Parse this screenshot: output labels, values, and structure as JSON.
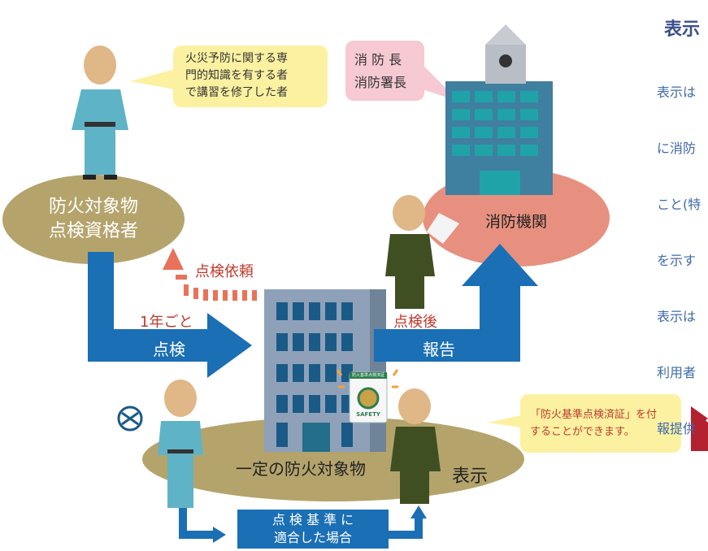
{
  "sidebar": {
    "title": "表示",
    "body_lines": [
      "表示は",
      "に消防",
      "こと(特",
      "を示す",
      "表示は",
      "利用者",
      "報提供"
    ]
  },
  "nodes": {
    "inspector_ellipse": [
      "防火対象物",
      "点検資格者"
    ],
    "fire_agency_ellipse": "消防機関",
    "building_ellipse": "一定の防火対象物"
  },
  "callouts": {
    "qualification": [
      "火災予防に関する専",
      "門的知識を有する者",
      "で講習を修了した者"
    ],
    "chief": [
      "消 防 長",
      "消防署長"
    ],
    "mark_note": [
      "「防火基準点検済証」を付",
      "することができます。"
    ]
  },
  "flows": {
    "request": "点検依頼",
    "yearly": "1年ごと",
    "inspect": "点検",
    "after_inspection": "点検後",
    "report": "報告",
    "display": "表示",
    "compliant": [
      "点 検 基 準 に",
      "適合した場合"
    ]
  },
  "badge": {
    "header": "防火基準点検済証",
    "word": "SAFETY"
  },
  "colors": {
    "flow_blue": "#1a6fb5",
    "inspector_ellipse": "#b4a46c",
    "agency_ellipse": "#e8907f",
    "request_arrow": "#e8735a",
    "callout_yellow": "#fbf1a1",
    "callout_pink": "#f6c9d3",
    "play_marker": "#b3202e"
  }
}
